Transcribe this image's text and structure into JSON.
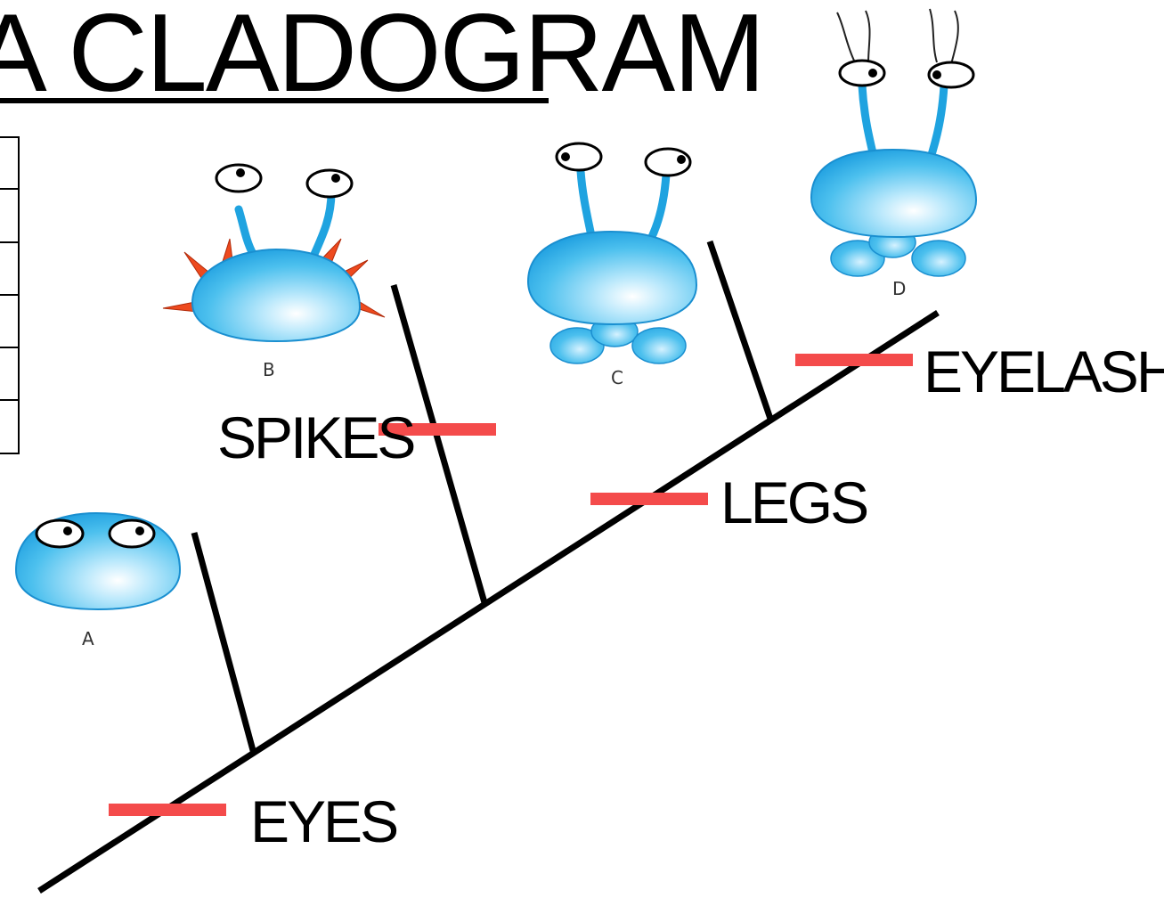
{
  "title": "A CLADOGRAM",
  "organisms": [
    {
      "label": "A"
    },
    {
      "label": "B"
    },
    {
      "label": "C"
    },
    {
      "label": "D"
    }
  ],
  "traits": [
    {
      "label": "EYES"
    },
    {
      "label": "SPIKES"
    },
    {
      "label": "LEGS"
    },
    {
      "label": "EYELASHES"
    }
  ],
  "colors": {
    "line": "#000000",
    "trait_marker": "#f44b4b",
    "body_fill": "#4cc0ee",
    "body_highlight": "#e6f7ff",
    "spike": "#ee4a1e"
  },
  "icons": [
    "eye-icon",
    "spike-icon",
    "leg-icon",
    "eyelash-icon"
  ]
}
